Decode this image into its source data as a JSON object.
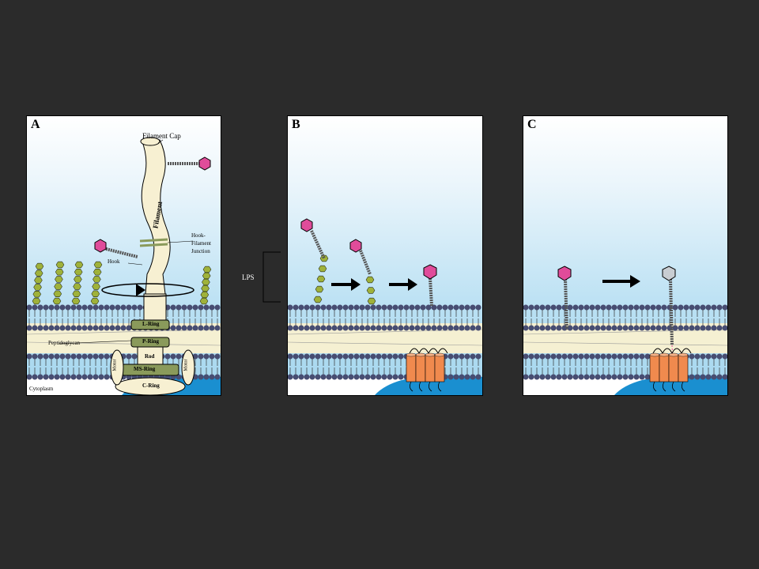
{
  "panels": [
    {
      "letter": "A"
    },
    {
      "letter": "B"
    },
    {
      "letter": "C"
    }
  ],
  "panel_a": {
    "filament_cap": "Filament Cap",
    "filament": "Filament",
    "hook_filament_junction": "Hook-\nFilament\nJunction",
    "hook": "Hook",
    "l_ring": "L-Ring",
    "p_ring": "P-Ring",
    "peptidoglycan": "Peptidoglycan",
    "rod": "Rod",
    "ms_ring": "MS-Ring",
    "c_ring": "C-Ring",
    "motor_left": "Motor",
    "motor_right": "Motor",
    "cytoplasm": "Cytoplasm"
  },
  "lps_label": "LPS",
  "colors": {
    "background": "#2b2b2b",
    "sky_top": "#ffffff",
    "sky_bottom": "#a4d6ee",
    "lipid_head": "#474d72",
    "periplasm": "#f5f0d2",
    "flagellum": "#f7f0d2",
    "ring_green": "#8a9a5b",
    "lps_bead": "#9fb23a",
    "phage_head": "#e04c9a",
    "channel_orange": "#f08a4e",
    "cytoplasm_blue": "#1a8fd0",
    "arrow": "#000000"
  },
  "icons": [
    "phage-icon",
    "rotation-arrow-icon",
    "right-arrow-icon",
    "membrane-channel-icon"
  ]
}
